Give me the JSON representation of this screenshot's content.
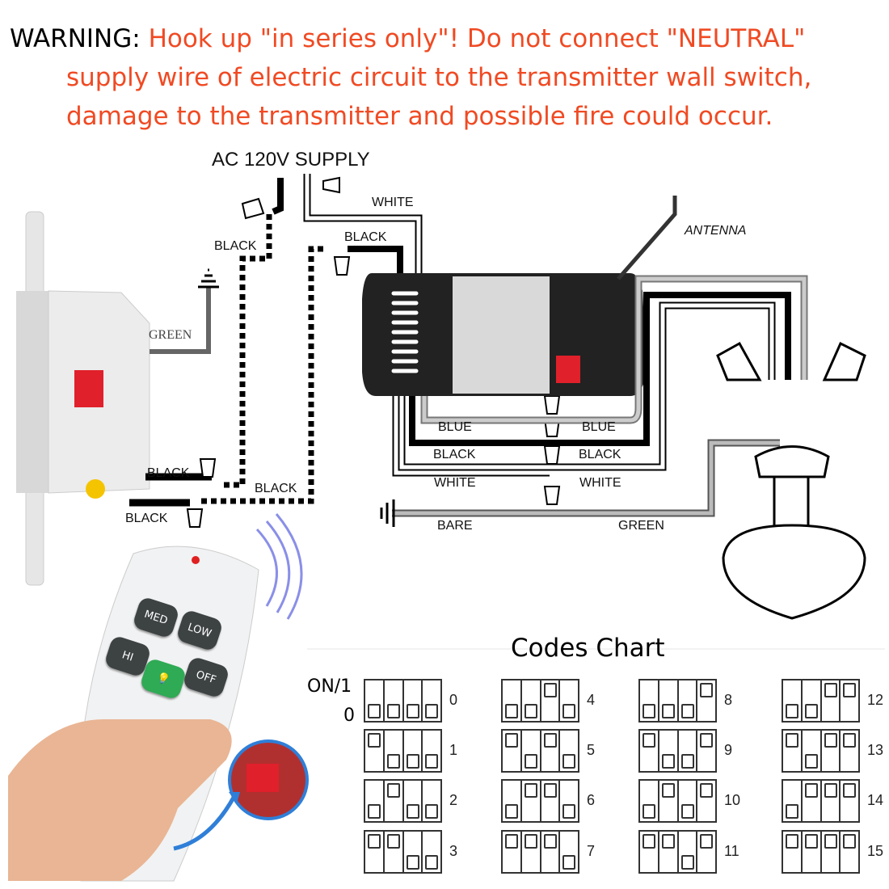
{
  "warning": {
    "prefix": "WARNING:",
    "line1": "Hook up \"in series only\"! Do not connect \"NEUTRAL\"",
    "line2": "supply wire of electric circuit to the transmitter wall switch,",
    "line3": "damage to the transmitter and possible fire could occur."
  },
  "colors": {
    "warning_text": "#f04a23",
    "dip_switch": "#e0202a",
    "remote_light_button": "#2faa55",
    "signal_waves": "#8a8fe8",
    "arrow": "#2f7fd8"
  },
  "wiring": {
    "supply": "AC 120V SUPPLY",
    "labels": {
      "white_top": "WHITE",
      "black_top_left": "BLACK",
      "black_top_mid": "BLACK",
      "antenna": "ANTENNA",
      "green_ground": "GREEN",
      "black_switch_1": "BLACK",
      "black_switch_2": "BLACK",
      "black_switch_3": "BLACK",
      "blue_left": "BLUE",
      "blue_right": "BLUE",
      "black_left": "BLACK",
      "black_right": "BLACK",
      "white_left": "WHITE",
      "white_right": "WHITE",
      "bare": "BARE",
      "green_right": "GREEN"
    }
  },
  "remote": {
    "buttons": {
      "med": "MED",
      "low": "LOW",
      "hi": "HI",
      "off": "OFF"
    },
    "light_icon": "light-bulb-icon"
  },
  "codes_chart": {
    "title": "Codes Chart",
    "on_label": "ON/1",
    "off_label": "0",
    "codes": [
      {
        "code": "0",
        "switches": [
          0,
          0,
          0,
          0
        ]
      },
      {
        "code": "1",
        "switches": [
          1,
          0,
          0,
          0
        ]
      },
      {
        "code": "2",
        "switches": [
          0,
          1,
          0,
          0
        ]
      },
      {
        "code": "3",
        "switches": [
          1,
          1,
          0,
          0
        ]
      },
      {
        "code": "4",
        "switches": [
          0,
          0,
          1,
          0
        ]
      },
      {
        "code": "5",
        "switches": [
          1,
          0,
          1,
          0
        ]
      },
      {
        "code": "6",
        "switches": [
          0,
          1,
          1,
          0
        ]
      },
      {
        "code": "7",
        "switches": [
          1,
          1,
          1,
          0
        ]
      },
      {
        "code": "8",
        "switches": [
          0,
          0,
          0,
          1
        ]
      },
      {
        "code": "9",
        "switches": [
          1,
          0,
          0,
          1
        ]
      },
      {
        "code": "10",
        "switches": [
          0,
          1,
          0,
          1
        ]
      },
      {
        "code": "11",
        "switches": [
          1,
          1,
          0,
          1
        ]
      },
      {
        "code": "12",
        "switches": [
          0,
          0,
          1,
          1
        ]
      },
      {
        "code": "13",
        "switches": [
          1,
          0,
          1,
          1
        ]
      },
      {
        "code": "14",
        "switches": [
          0,
          1,
          1,
          1
        ]
      },
      {
        "code": "15",
        "switches": [
          1,
          1,
          1,
          1
        ]
      }
    ]
  }
}
